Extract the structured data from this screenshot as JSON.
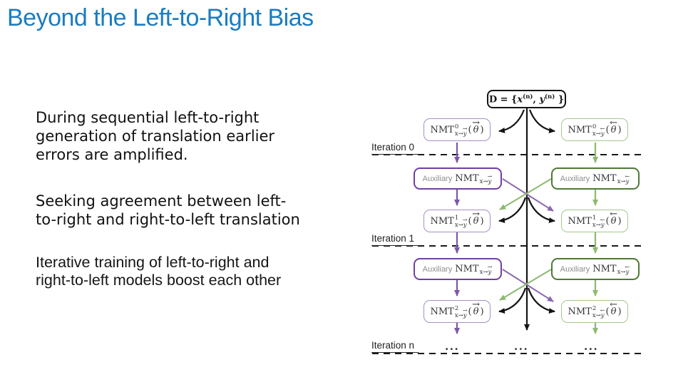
{
  "slide": {
    "title": "Beyond the Left-to-Right Bias",
    "paragraphs": [
      {
        "lines": [
          "During sequential left-to-right",
          "generation of translation earlier",
          "errors are amplified."
        ]
      },
      {
        "lines": [
          "Seeking agreement between left-",
          "to-right and right-to-left translation"
        ]
      },
      {
        "lines": [
          "Iterative training of left-to-right and",
          "right-to-left models boost each other"
        ]
      }
    ]
  },
  "diagram": {
    "dataset": {
      "pre": "D = {",
      "x": "x",
      "xsup": "(n)",
      "mid": ", ",
      "y": "y",
      "ysup": "(n)",
      "post": " }"
    },
    "common": {
      "nmt": "NMT",
      "aux": "Auxiliary",
      "sub_prefix": "x→",
      "y": "y",
      "theta": "θ",
      "right_arrow": "→",
      "left_arrow": "←",
      "lparen": "(",
      "rparen": ")",
      "dots": "..."
    },
    "sups": [
      "0",
      "1",
      "2"
    ],
    "iteration_labels": [
      "Iteration 0",
      "Iteration 1",
      "Iteration n"
    ]
  },
  "colors": {
    "title_blue": "#1b7cc0",
    "purple_dark": "#7040a2",
    "purple_mid": "#7d57a8",
    "purple_light": "#a88fc6",
    "green_dark": "#4d7a35",
    "green_mid": "#8cba70",
    "green_light": "#a3c98a",
    "line_black": "#141414"
  }
}
